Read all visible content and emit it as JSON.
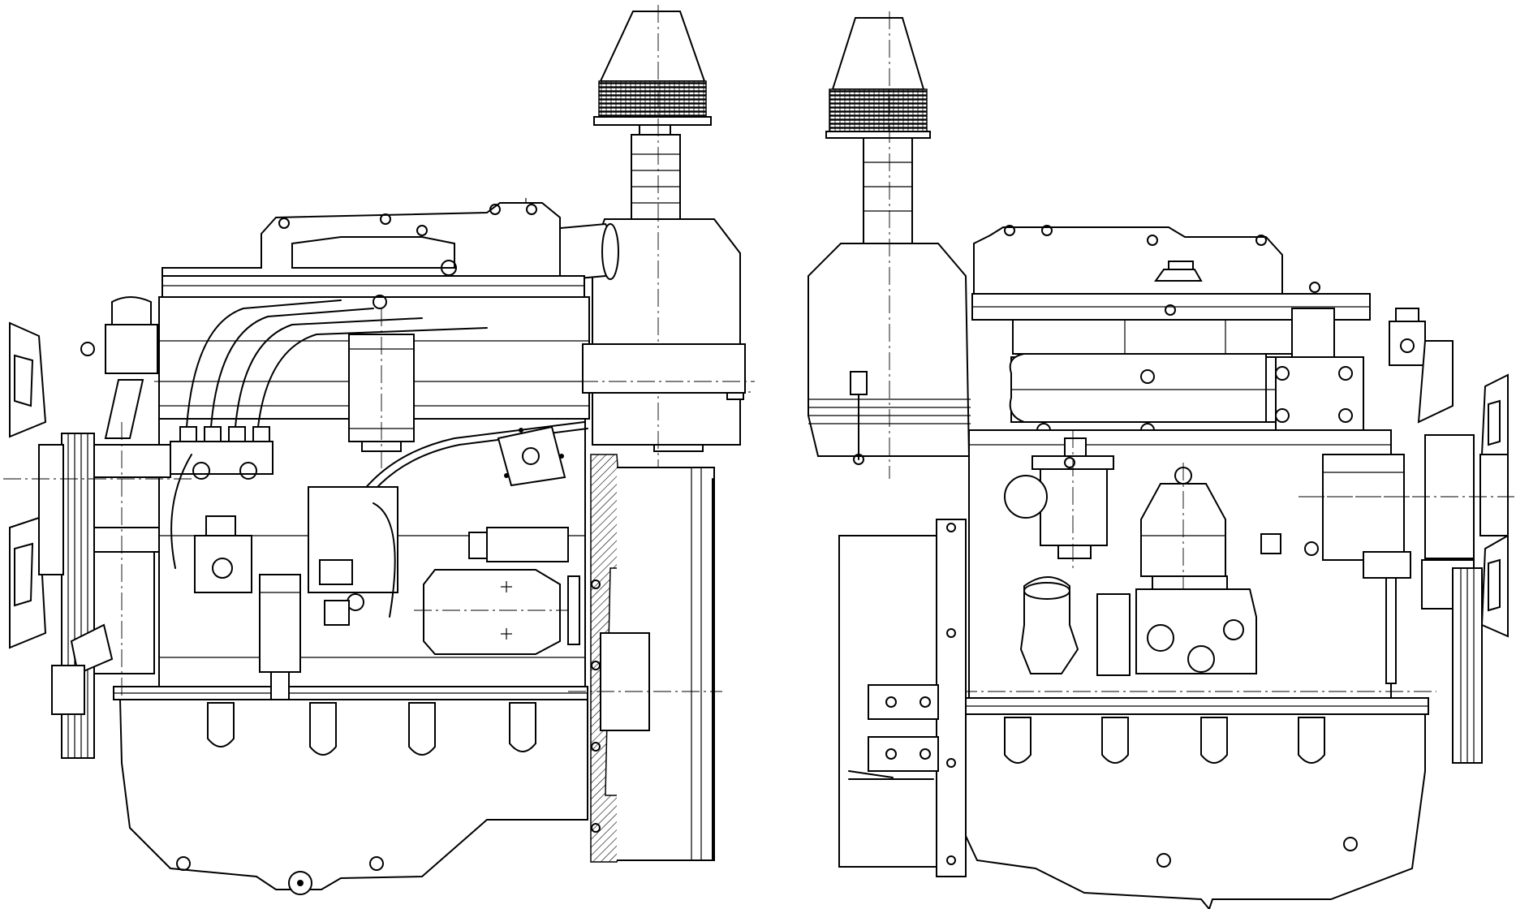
{
  "drawing": {
    "views": [
      "left",
      "right"
    ],
    "stroke_color": "#000000",
    "background_color": "#ffffff",
    "icons": [
      "air-filter",
      "cooling-fan",
      "fuel-filter",
      "starter-motor",
      "flywheel-housing",
      "oil-centrifuge",
      "oil-pan",
      "injection-pump",
      "exhaust-manifold"
    ]
  }
}
